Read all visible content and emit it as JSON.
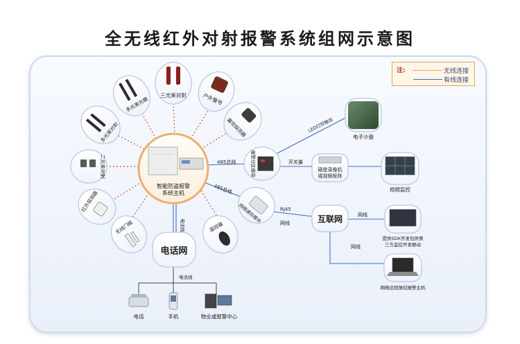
{
  "title": "全无线红外对射报警系统组网示意图",
  "legend": {
    "heading": "注:",
    "wireless": "无线连接",
    "wired": "有线连接"
  },
  "host": {
    "line1": "智能防盗报警",
    "line2": "系统主机"
  },
  "petals": {
    "triple_beam": "三光束对射",
    "outdoor_siren": "户外警号",
    "curtain_detector": "幕帘探测器",
    "partition_module": "报警分区模块",
    "network_module": "网络通信模块",
    "remote": "遥控器",
    "door_sensor": "无线门磁",
    "pir_detector": "红外探测器",
    "dual_beam": "二光束对射",
    "multi_beam": "多光束对射",
    "multi_grating": "多光束光栅"
  },
  "phone_net": "电话网",
  "internet": "互联网",
  "edges": {
    "led_output": "LED灯控输出",
    "bus_485": "485总线",
    "bus_485_2": "485总线",
    "switch": "开关量",
    "rj45": "RJ45",
    "net1": "网线",
    "net2": "网线",
    "net3": "网线",
    "phone_line": "电话线",
    "phone_line2": "电话线"
  },
  "devices": {
    "sandtable": "电子沙盘",
    "recorder_line1": "硬盘录像机",
    "recorder_line2": "或视频矩阵",
    "video_monitor": "视频监控",
    "sdk_line1": "提供SDK开发包供第",
    "sdk_line2": "三方监控开发联动",
    "remote_host": "网络远程操控报警主机",
    "phone": "电话",
    "mobile": "手机",
    "center": "物业或报警中心"
  },
  "colors": {
    "wireless_line": "#d94a3a",
    "wired_line": "#3a6fc4",
    "host_border": "#e9b06f",
    "bubble_fill": "#ffffff",
    "bubble_border": "#b9c6dc"
  }
}
